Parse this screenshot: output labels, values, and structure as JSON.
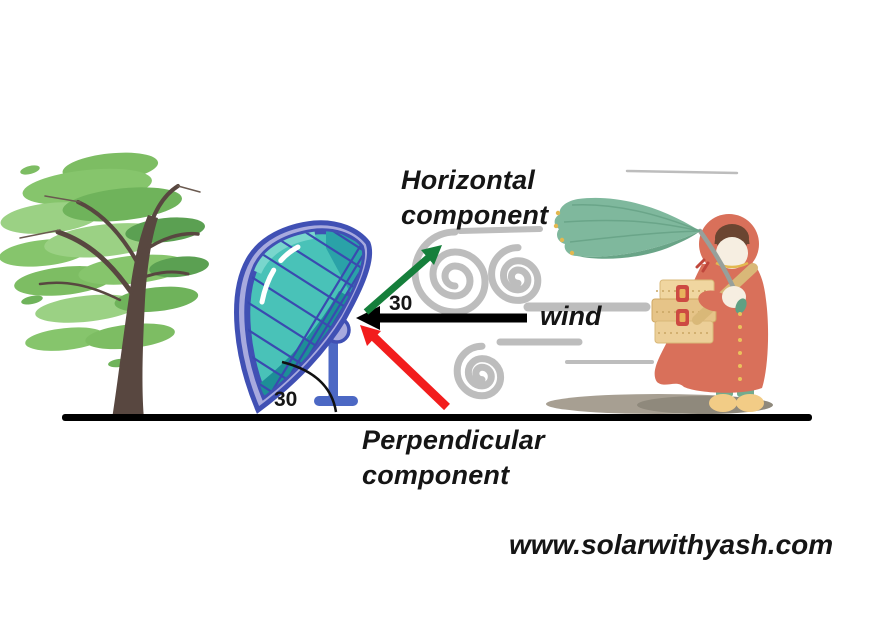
{
  "labels": {
    "horizontal_component": "Horizontal component",
    "wind": "wind",
    "wind_angle": "30",
    "panel_angle": "30",
    "perpendicular_component": "Perpendicular component",
    "website": "www.solarwithyash.com"
  },
  "colors": {
    "horizontal_arrow": "#157f3b",
    "wind_arrow": "#000000",
    "perpendicular_arrow": "#f21d1d",
    "swirl": "#bdbdbd",
    "ground": "#000000",
    "panel_frame": "#4050b4",
    "panel_border": "#a8aade",
    "panel_cells": "#49c2b8",
    "panel_stand": "#4c68c4",
    "tree_trunk": "#584740",
    "tree_leaves": "#86c56c",
    "coat": "#d9705a",
    "umbrella": "#7fb89d",
    "text": "#151515"
  },
  "illustrations": {
    "tree": "tree-blown-by-wind",
    "panel": "curved-solar-panel-on-stand",
    "swirls": "wind-swirl-gusts",
    "person": "person-with-inverted-umbrella"
  }
}
